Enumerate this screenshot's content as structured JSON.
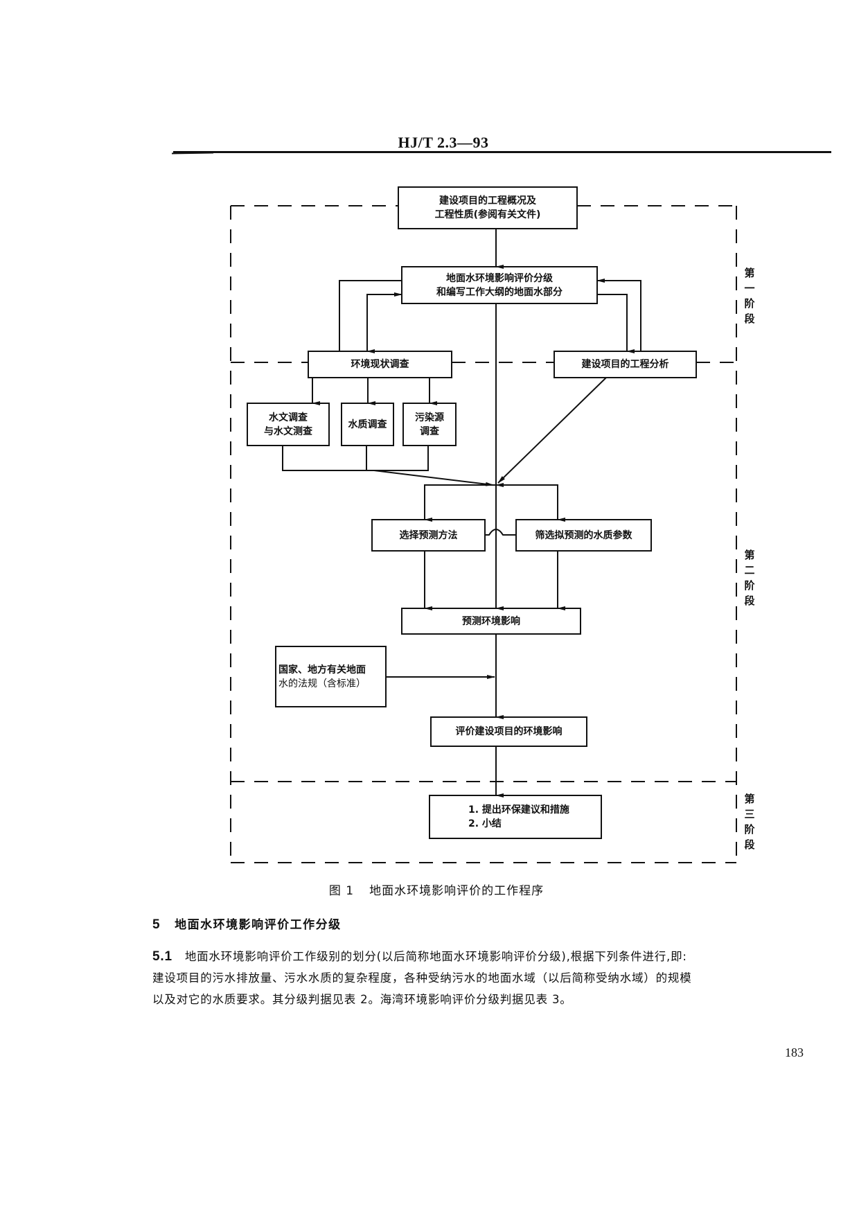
{
  "header": {
    "standard_code": "HJ/T 2.3—93"
  },
  "flowchart": {
    "boxes": {
      "project_overview": [
        "建设项目的工程概况及",
        "工程性质(参阅有关文件)"
      ],
      "grading_outline": [
        "地面水环境影响评价分级",
        "和编写工作大纲的地面水部分"
      ],
      "status_survey": [
        "环境现状调查"
      ],
      "engineering_analysis": [
        "建设项目的工程分析"
      ],
      "hydrology_survey": [
        "水文调查",
        "与水文测查"
      ],
      "water_quality_survey": [
        "水质调查"
      ],
      "pollution_source_survey": [
        "污染源",
        "调查"
      ],
      "select_prediction_method": [
        "选择预测方法"
      ],
      "screen_parameters": [
        "筛选拟预测的水质参数"
      ],
      "predict_impact": [
        "预测环境影响"
      ],
      "regulations": [
        "国家、地方有关地面",
        "水的法规（含标准）"
      ],
      "evaluate_impact": [
        "评价建设项目的环境影响"
      ],
      "recommendations": [
        "1. 提出环保建议和措施",
        "2. 小结"
      ]
    },
    "stages": [
      [
        "第",
        "一",
        "阶",
        "段"
      ],
      [
        "第",
        "二",
        "阶",
        "段"
      ],
      [
        "第",
        "三",
        "阶",
        "段"
      ]
    ]
  },
  "figure_caption": {
    "number": "图 1",
    "title": "地面水环境影响评价的工作程序"
  },
  "section": {
    "number": "5",
    "title": "地面水环境影响评价工作分级"
  },
  "paragraph": {
    "number": "5.1",
    "lines": [
      "地面水环境影响评价工作级别的划分(以后简称地面水环境影响评价分级),根据下列条件进行,即:",
      "建设项目的污水排放量、污水水质的复杂程度，各种受纳污水的地面水域（以后简称受纳水域）的规模",
      "以及对它的水质要求。其分级判据见表 2。海湾环境影响评价分级判据见表 3。"
    ]
  },
  "page_number": "183"
}
